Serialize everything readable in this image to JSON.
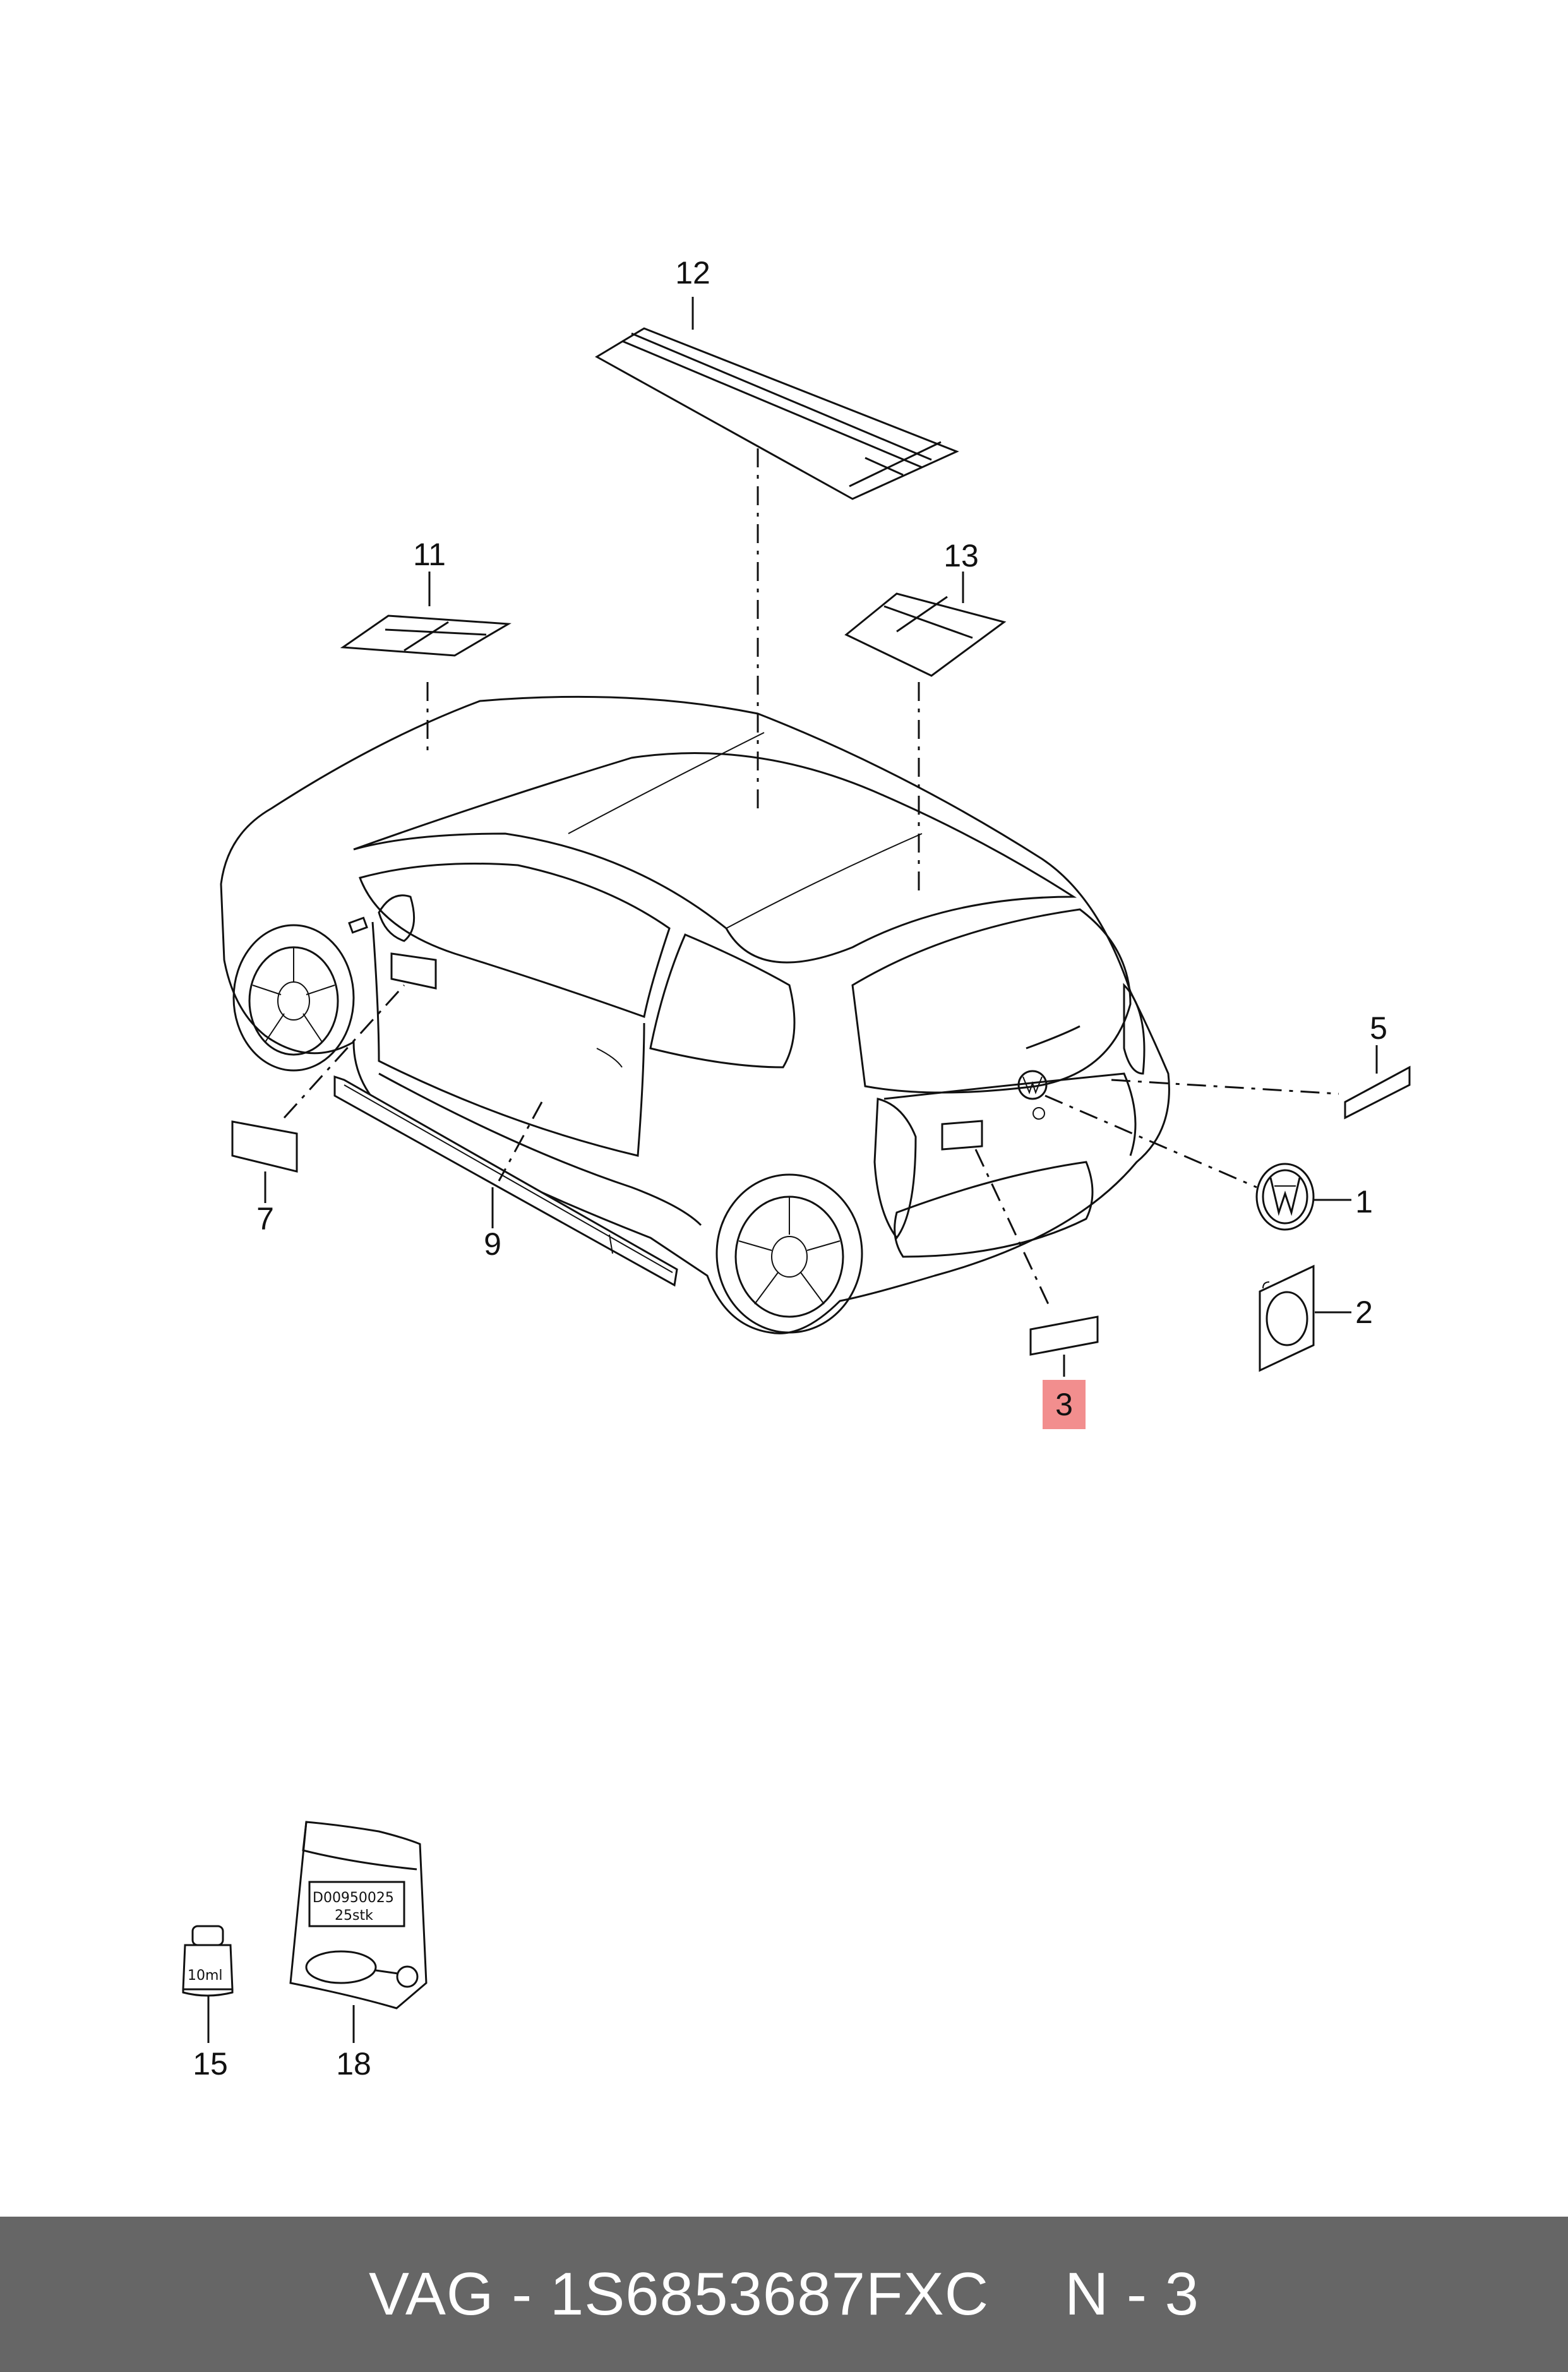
{
  "callouts": {
    "c1": "1",
    "c2": "2",
    "c3": "3",
    "c5": "5",
    "c7": "7",
    "c9": "9",
    "c11": "11",
    "c12": "12",
    "c13": "13",
    "c15": "15",
    "c18": "18"
  },
  "highlight_color": "#f28e8e",
  "bottle": {
    "label": "10ml"
  },
  "package": {
    "code": "D00950025",
    "qty": "25stk"
  },
  "footer": {
    "part": "VAG - 1S6853687FXC",
    "page": "N - 3"
  },
  "footer_color": "#666666"
}
